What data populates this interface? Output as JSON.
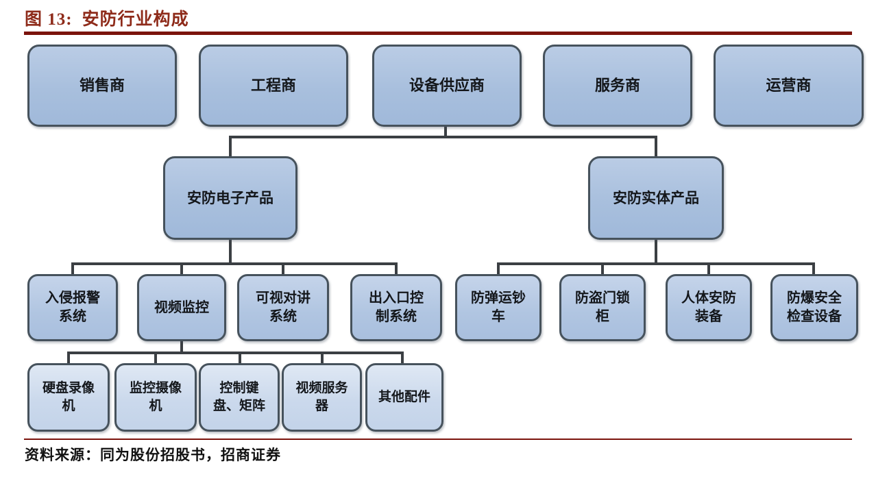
{
  "figure": {
    "label_prefix": "图 13:",
    "title": "安防行业构成",
    "source": "资料来源：同为股份招股书，招商证券"
  },
  "colors": {
    "title_red": "#8E2B1A",
    "rule_red": "#7B130C",
    "node_fill": "#A9C0DE",
    "node_fill_light": "#CFDCEE",
    "node_border": "#46525C",
    "connector": "#3B3F43"
  },
  "org": {
    "top_row": [
      "销售商",
      "工程商",
      "设备供应商",
      "服务商",
      "运营商"
    ],
    "level2": [
      "安防电子产品",
      "安防实体产品"
    ],
    "electronic_products": [
      "入侵报警\n系统",
      "视频监控",
      "可视对讲\n系统",
      "出入口控\n制系统"
    ],
    "physical_products": [
      "防弹运钞\n车",
      "防盗门锁\n柜",
      "人体安防\n装备",
      "防爆安全\n检查设备"
    ],
    "video_surveillance_components": [
      "硬盘录像\n机",
      "监控摄像\n机",
      "控制键\n盘、矩阵",
      "视频服务\n器",
      "其他配件"
    ]
  }
}
